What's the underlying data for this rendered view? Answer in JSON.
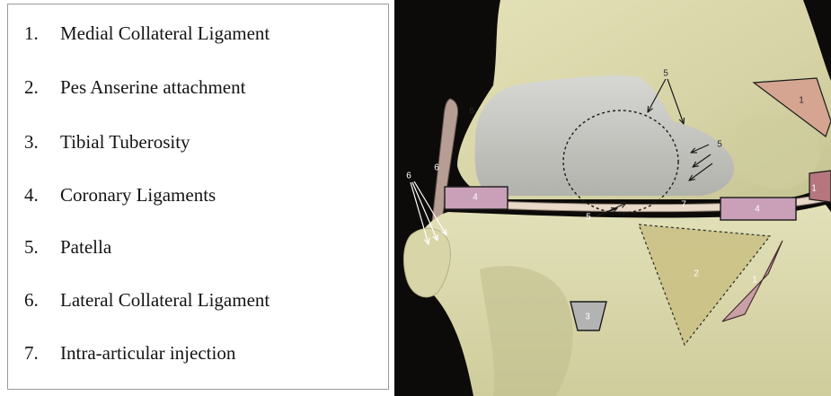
{
  "legend": {
    "items": [
      {
        "number": "1.",
        "label": "Medial Collateral Ligament"
      },
      {
        "number": "2.",
        "label": "Pes Anserine attachment"
      },
      {
        "number": "3.",
        "label": "Tibial Tuberosity"
      },
      {
        "number": "4.",
        "label": "Coronary Ligaments"
      },
      {
        "number": "5.",
        "label": "Patella"
      },
      {
        "number": "6.",
        "label": "Lateral Collateral Ligament"
      },
      {
        "number": "7.",
        "label": "Intra-articular injection"
      }
    ]
  },
  "figure": {
    "labels": {
      "mcl_upper": "1",
      "mcl_mid": "1",
      "mcl_lower": "1",
      "pes_anserine": "2",
      "tibial_tuberosity": "3",
      "coronary_left": "4",
      "coronary_right": "4",
      "patella_top": "5",
      "patella_right": "5",
      "patella_bottom": "5",
      "lcl_femur": "6",
      "lcl_side": "6",
      "lcl_outside": "6",
      "injection": "7"
    },
    "colors": {
      "background": "#0d0b09",
      "bone": "#d9d7aa",
      "cartilage": "#c4c4c0",
      "ligament_fill": "#c9a0a6",
      "pes_fill": "#c9c082",
      "tuberosity_fill": "#b3b3b3"
    }
  }
}
